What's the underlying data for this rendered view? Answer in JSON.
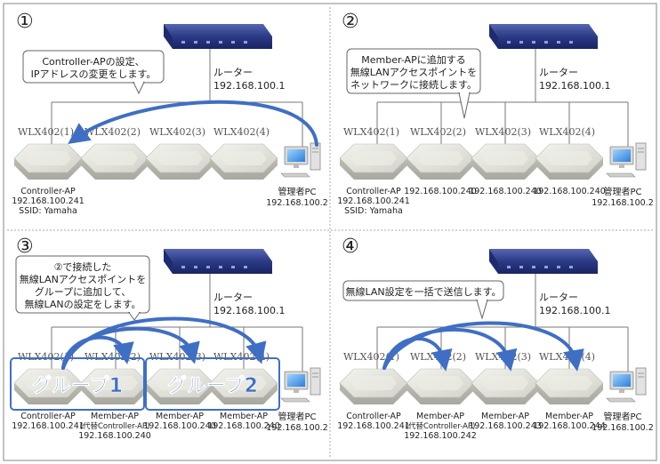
{
  "panels": [
    {
      "number": "①",
      "callout": [
        "Controller-APの設定、",
        "IPアドレスの変更をします。"
      ],
      "router": {
        "label": "ルーター",
        "ip": "192.168.100.1"
      },
      "aps": [
        {
          "name": "WLX402(1)",
          "lines": [
            "Controller-AP",
            "192.168.100.241",
            "SSID: Yamaha"
          ]
        },
        {
          "name": "WLX402(2)",
          "lines": []
        },
        {
          "name": "WLX402(3)",
          "lines": []
        },
        {
          "name": "WLX402(4)",
          "lines": []
        }
      ],
      "pc": {
        "label": "管理者PC",
        "ip": "192.168.100.2"
      }
    },
    {
      "number": "②",
      "callout": [
        "Member-APに追加する",
        "無線LANアクセスポイントを",
        "ネットワークに接続します。"
      ],
      "router": {
        "label": "ルーター",
        "ip": "192.168.100.1"
      },
      "aps": [
        {
          "name": "WLX402(1)",
          "lines": [
            "Controller-AP",
            "192.168.100.241",
            "SSID: Yamaha"
          ]
        },
        {
          "name": "WLX402(2)",
          "lines": [
            "192.168.100.240"
          ]
        },
        {
          "name": "WLX402(3)",
          "lines": [
            "192.168.100.240"
          ]
        },
        {
          "name": "WLX402(4)",
          "lines": [
            "192.168.100.240"
          ]
        }
      ],
      "pc": {
        "label": "管理者PC",
        "ip": "192.168.100.2"
      }
    },
    {
      "number": "③",
      "callout": [
        "②で接続した",
        "無線LANアクセスポイントを",
        "グループに追加して、",
        "無線LANの設定をします。"
      ],
      "router": {
        "label": "ルーター",
        "ip": "192.168.100.1"
      },
      "groups": [
        "グループ1",
        "グループ2"
      ],
      "aps": [
        {
          "name": "WLX402(1)",
          "lines": [
            "Controller-AP",
            "192.168.100.241"
          ]
        },
        {
          "name": "WLX402(2)",
          "lines": [
            "Member-AP",
            "(代替Controller-AP)",
            "192.168.100.240"
          ]
        },
        {
          "name": "WLX402(3)",
          "lines": [
            "Member-AP",
            "192.168.100.240"
          ]
        },
        {
          "name": "WLX402(4)",
          "lines": [
            "Member-AP",
            "192.168.100.240"
          ]
        }
      ],
      "pc": {
        "label": "管理者PC",
        "ip": "192.168.100.2"
      }
    },
    {
      "number": "④",
      "callout": [
        "無線LAN設定を一括で送信します。"
      ],
      "router": {
        "label": "ルーター",
        "ip": "192.168.100.1"
      },
      "aps": [
        {
          "name": "WLX402(1)",
          "lines": [
            "Controller-AP",
            "192.168.100.241"
          ]
        },
        {
          "name": "WLX402(2)",
          "lines": [
            "Member-AP",
            "(代替Controller-AP)",
            "192.168.100.242"
          ]
        },
        {
          "name": "WLX402(3)",
          "lines": [
            "Member-AP",
            "192.168.100.243"
          ]
        },
        {
          "name": "WLX402(4)",
          "lines": [
            "Member-AP",
            "192.168.100.244"
          ]
        }
      ],
      "pc": {
        "label": "管理者PC",
        "ip": "192.168.100.2"
      }
    }
  ],
  "colors": {
    "arrow": "#3f6fc4",
    "router": "#2b3a85",
    "ap": "#e6e6e0",
    "panel_border": "#999999",
    "group_border": "#3f6fc4",
    "group_text": "#3f6fc4"
  }
}
